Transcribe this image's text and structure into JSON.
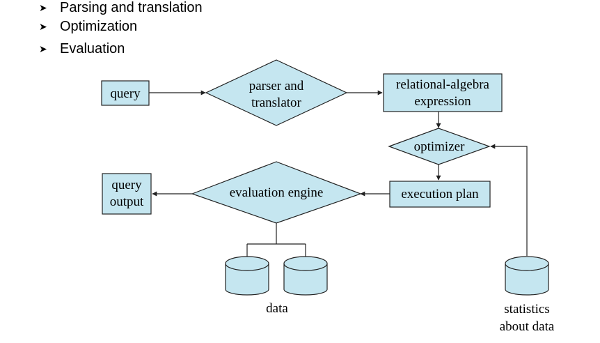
{
  "bullets": [
    {
      "text": "Parsing and translation"
    },
    {
      "text": "Optimization"
    },
    {
      "text": "Evaluation"
    }
  ],
  "diagram": {
    "query": "query",
    "parser_line1": "parser and",
    "parser_line2": "translator",
    "relalg_line1": "relational-algebra",
    "relalg_line2": "expression",
    "optimizer": "optimizer",
    "execution_plan": "execution plan",
    "evaluation_engine": "evaluation engine",
    "query_output_line1": "query",
    "query_output_line2": "output",
    "data": "data",
    "statistics_line1": "statistics",
    "statistics_line2": "about data"
  },
  "colors": {
    "shape_fill": "#c5e6f0",
    "stroke": "#222222",
    "bullet": "#000000"
  }
}
